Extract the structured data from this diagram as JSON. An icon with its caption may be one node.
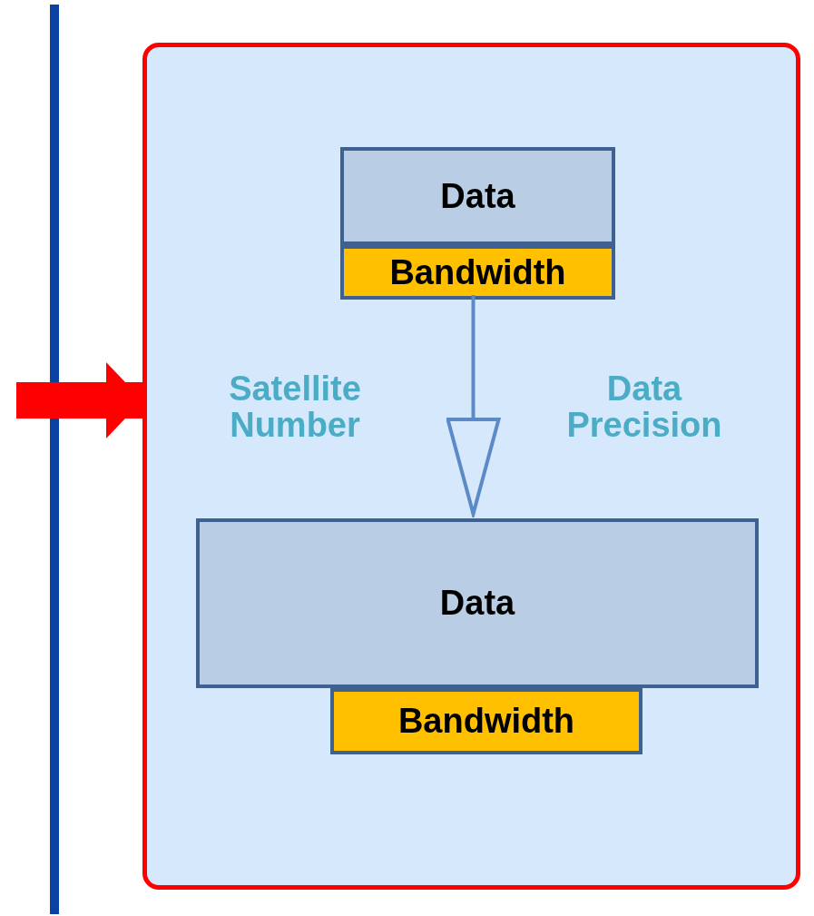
{
  "diagram": {
    "nodes": [
      {
        "text": [],
        "shape": "box"
      },
      {
        "text": [
          "Data"
        ],
        "in": 0
      },
      {
        "text": [
          "Bandwidth"
        ],
        "in": 0
      },
      {
        "text": [
          "Data"
        ],
        "in": 0
      },
      {
        "text": [
          "Bandwidth"
        ],
        "in": 0
      }
    ],
    "edges": [
      {
        "from": null,
        "to": 0,
        "arrow": "to",
        "color": "#ff0000",
        "style": "thick"
      },
      {
        "from": 2,
        "to": 3,
        "arrow": "to",
        "color": "#5b8ac6"
      }
    ],
    "labels": [
      "Satellite Number",
      "Data Precision"
    ]
  }
}
